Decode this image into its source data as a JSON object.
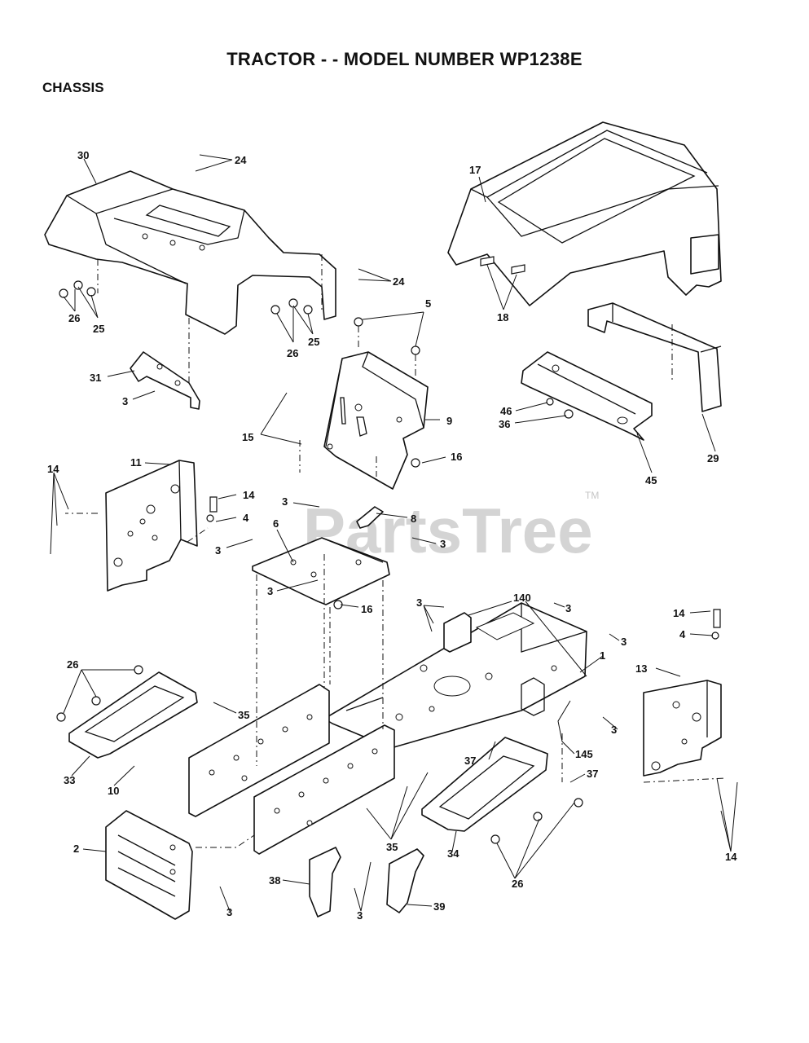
{
  "header": {
    "title": "TRACTOR - - MODEL NUMBER WP1238E",
    "section": "CHASSIS"
  },
  "watermark": {
    "text": "PartsTree",
    "trademark": "TM"
  },
  "callouts": {
    "c30": "30",
    "c24a": "24",
    "c24b": "24",
    "c17": "17",
    "c26a": "26",
    "c25a": "25",
    "c26b": "26",
    "c25b": "25",
    "c18": "18",
    "c5": "5",
    "c31": "31",
    "c3a": "3",
    "c15": "15",
    "c9": "9",
    "c46": "46",
    "c36": "36",
    "c29": "29",
    "c45": "45",
    "c16a": "16",
    "c11": "11",
    "c14a": "14",
    "c14b": "14",
    "c4a": "4",
    "c3b": "3",
    "c8": "8",
    "c6": "6",
    "c3c": "3",
    "c3d": "3",
    "c3e": "3",
    "c16b": "16",
    "c3f": "3",
    "c140": "140",
    "c3g": "3",
    "c3h": "3",
    "c14c": "14",
    "c4b": "4",
    "c1": "1",
    "c13": "13",
    "c26c": "26",
    "c35a": "35",
    "c3i": "3",
    "c37a": "37",
    "c145": "145",
    "c33": "33",
    "c10": "10",
    "c37b": "37",
    "c2": "2",
    "c35b": "35",
    "c34": "34",
    "c14d": "14",
    "c26d": "26",
    "c38": "38",
    "c39": "39",
    "c3j": "3",
    "c3k": "3"
  }
}
